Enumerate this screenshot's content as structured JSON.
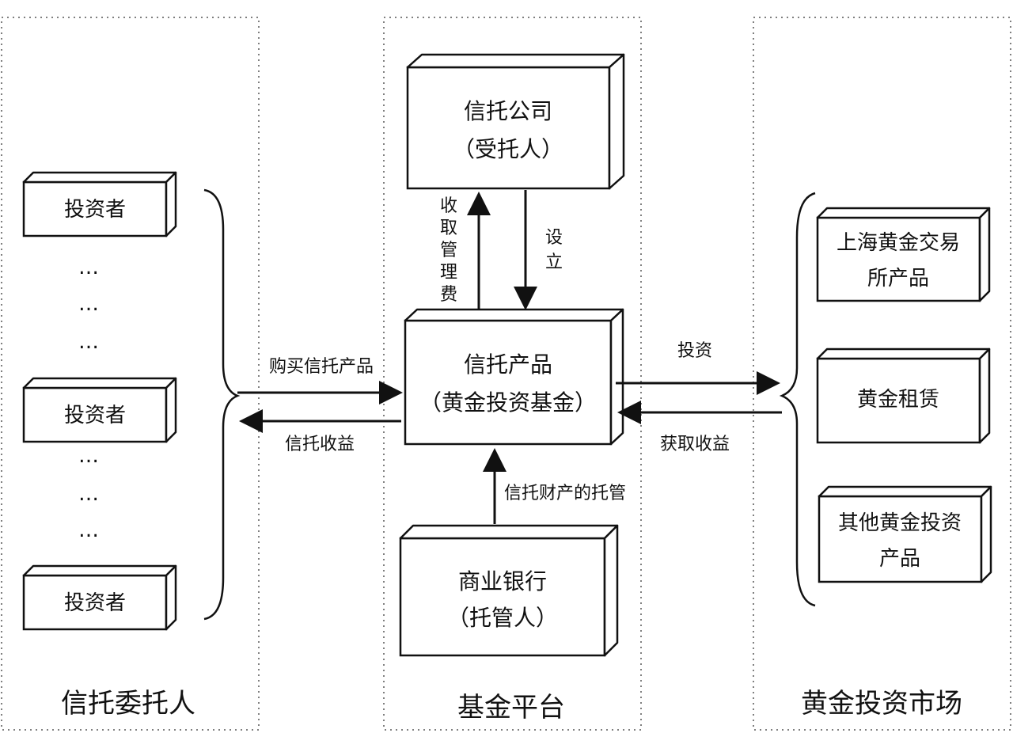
{
  "panels": {
    "left": "信托委托人",
    "center": "基金平台",
    "right": "黄金投资市场"
  },
  "investors": {
    "item1": "投资者",
    "item2": "投资者",
    "item3": "投资者",
    "ellipsis": "…"
  },
  "trust_company": {
    "line1": "信托公司",
    "line2": "（受托人）"
  },
  "trust_product": {
    "line1": "信托产品",
    "line2": "（黄金投资基金）"
  },
  "bank": {
    "line1": "商业银行",
    "line2": "（托管人）"
  },
  "market": {
    "sge_line1": "上海黄金交易",
    "sge_line2": "所产品",
    "leasing": "黄金租赁",
    "other_line1": "其他黄金投资",
    "other_line2": "产品"
  },
  "arrows": {
    "buy": "购买信托产品",
    "trust_income": "信托收益",
    "fee": [
      "收",
      "取",
      "管",
      "理",
      "费"
    ],
    "establish": [
      "设",
      "立"
    ],
    "invest": "投资",
    "obtain_income": "获取收益",
    "custody": "信托财产的托管"
  }
}
